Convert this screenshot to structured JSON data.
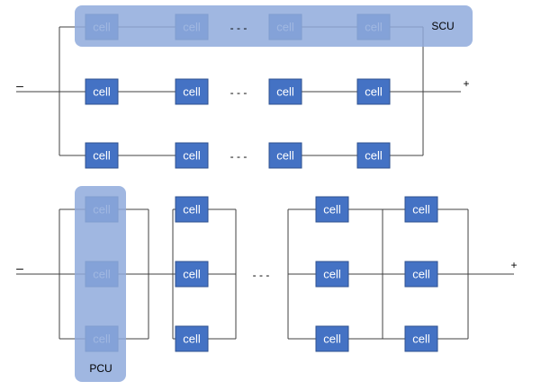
{
  "diagram": {
    "cell_label": "cell",
    "scu_label": "SCU",
    "pcu_label": "PCU",
    "ellipsis": "- - -",
    "minus_sign": "–",
    "plus_sign": "+",
    "colors": {
      "cell_fill": "#4472C4",
      "cell_stroke": "#2F528F",
      "cell_text": "#FFFFFF",
      "highlight_fill": "#8FAADC",
      "highlight_opacity": "0.85",
      "wire": "#404040",
      "label_text": "#000000",
      "highlight_label_text": "#FFFFFF"
    }
  }
}
